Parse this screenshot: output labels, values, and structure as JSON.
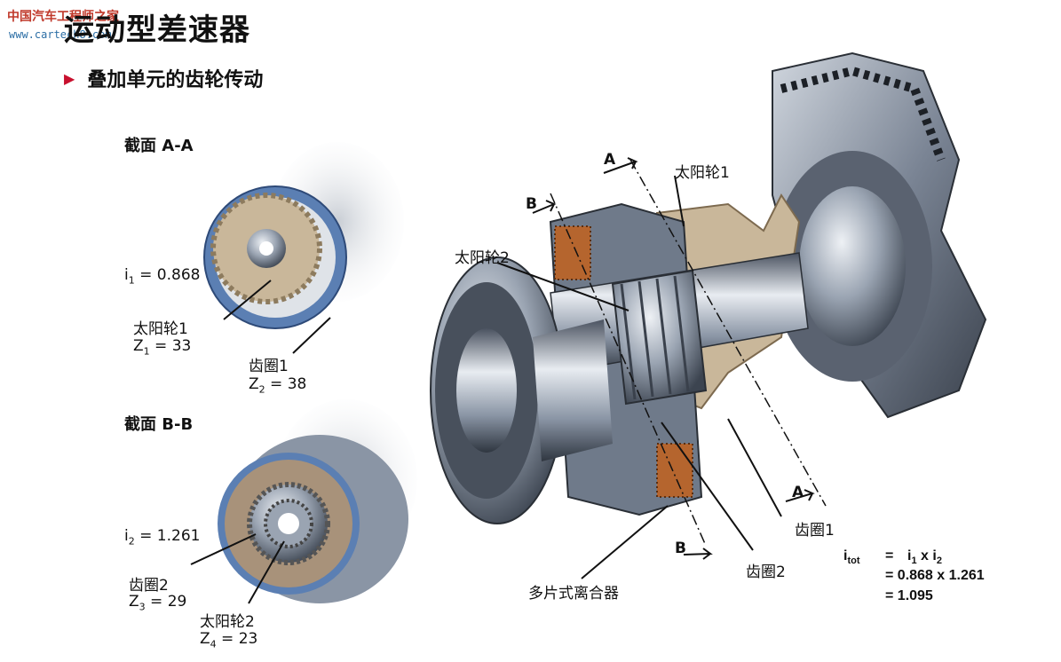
{
  "watermark": {
    "line1": "中国汽车工程师之家",
    "line2": "www.cartech8.com"
  },
  "title": "运动型差速器",
  "bullet": "叠加单元的齿轮传动",
  "sections": {
    "aa": "截面 A-A",
    "bb": "截面 B-B"
  },
  "left": {
    "i1_prefix": "i",
    "i1_sub": "1",
    "i1_value": " = 0.868",
    "sun1": "太阳轮1",
    "z1_prefix": "Z",
    "z1_sub": "1",
    "z1_value": " = 33",
    "ring1": "齿圈1",
    "z2_prefix": "Z",
    "z2_sub": "2",
    "z2_value": " = 38",
    "i2_prefix": "i",
    "i2_sub": "2",
    "i2_value": " = 1.261",
    "ring2": "齿圈2",
    "z3_prefix": "Z",
    "z3_sub": "3",
    "z3_value": " = 29",
    "sun2": "太阳轮2",
    "z4_prefix": "Z",
    "z4_sub": "4",
    "z4_value": " = 23"
  },
  "right": {
    "letter_a": "A",
    "letter_b": "B",
    "sun1": "太阳轮1",
    "sun2": "太阳轮2",
    "ring1": "齿圈1",
    "ring2": "齿圈2",
    "clutch": "多片式离合器"
  },
  "formula": {
    "lhs_prefix": "i",
    "lhs_sub": "tot",
    "eq": "=",
    "t1": "i",
    "t1_sub": "1",
    "times": " x ",
    "t2": "i",
    "t2_sub": "2",
    "line2": "= 0.868 x 1.261",
    "line3": "= 1.095"
  },
  "colors": {
    "accent": "#c8102e",
    "ring_blue": "#5b7fb3",
    "gear_tan": "#c9b79a",
    "steel": "#8a95a5",
    "copper": "#b5652e"
  }
}
